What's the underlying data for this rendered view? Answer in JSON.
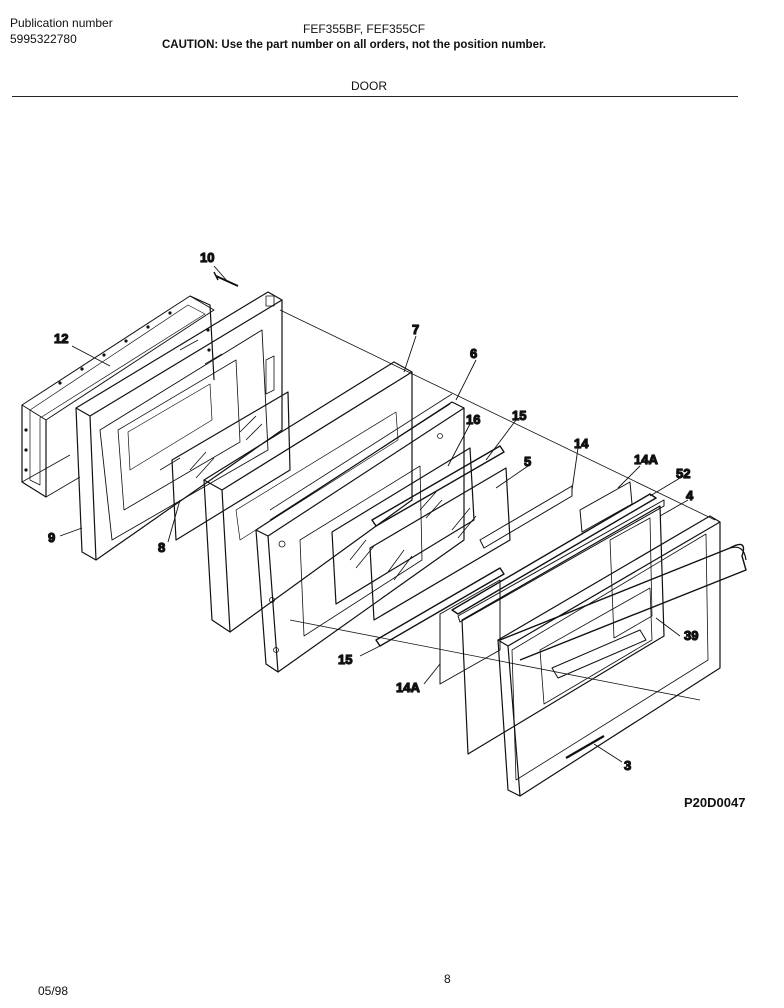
{
  "header": {
    "publication_label": "Publication number",
    "publication_number": "5995322780",
    "models": "FEF355BF, FEF355CF",
    "caution": "CAUTION:  Use the part number on all orders, not the position number.",
    "section": "DOOR"
  },
  "callouts": [
    "10",
    "12",
    "9",
    "8",
    "7",
    "6",
    "16",
    "15",
    "5",
    "14",
    "14A",
    "52",
    "4",
    "39",
    "3",
    "15",
    "14A"
  ],
  "diagram_code": "P20D0047",
  "footer": {
    "date": "05/98",
    "page": "8"
  }
}
